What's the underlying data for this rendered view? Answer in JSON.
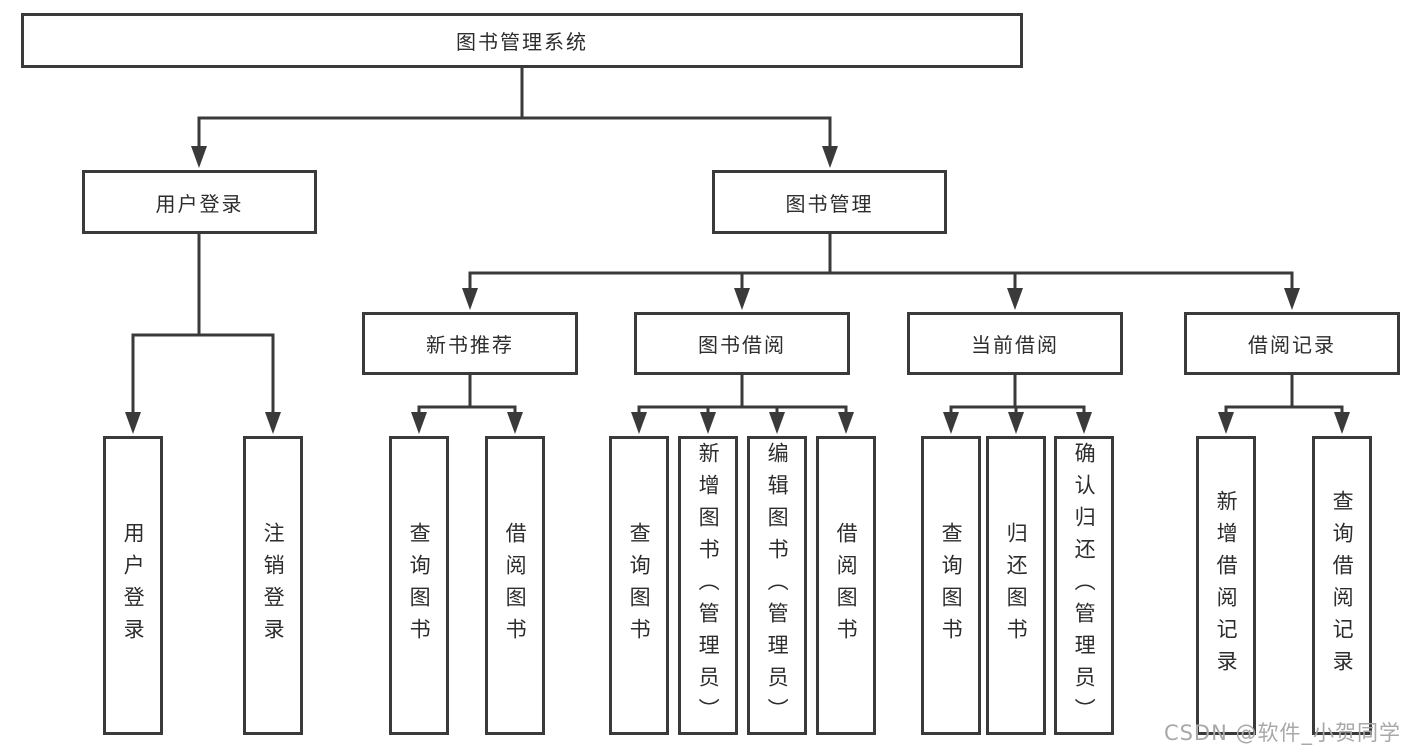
{
  "colors": {
    "line": "#3a3a3a",
    "text": "#2d2d2d",
    "background": "#ffffff",
    "watermark": "#a8a8a8"
  },
  "watermark": "CSDN @软件_小贺同学",
  "tree": {
    "root": "图书管理系统",
    "level2": [
      "用户登录",
      "图书管理"
    ],
    "level3": [
      "新书推荐",
      "图书借阅",
      "当前借阅",
      "借阅记录"
    ],
    "leafGroups": [
      [
        "用户登录",
        "注销登录"
      ],
      [
        "查询图书",
        "借阅图书"
      ],
      [
        "查询图书",
        "新增图书（管理员）",
        "编辑图书（管理员）",
        "借阅图书"
      ],
      [
        "查询图书",
        "归还图书",
        "确认归还（管理员）"
      ],
      [
        "新增借阅记录",
        "查询借阅记录"
      ]
    ]
  }
}
